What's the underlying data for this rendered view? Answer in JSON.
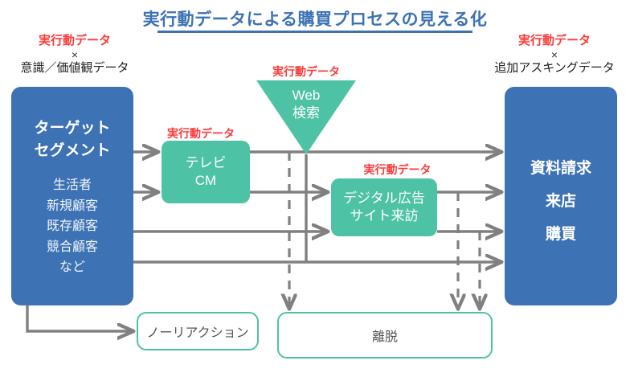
{
  "title": {
    "text": "実行動データによる購買プロセスの見える化",
    "color": "#3d72b4"
  },
  "captions": {
    "left": {
      "red": "実行動データ",
      "times": "×",
      "black": "意識／価値観データ"
    },
    "right": {
      "red": "実行動データ",
      "times": "×",
      "black": "追加アスキングデータ"
    }
  },
  "stage_labels": {
    "tv": "実行動データ",
    "web": "実行動データ",
    "digital": "実行動データ"
  },
  "target_box": {
    "title": "ターゲット\nセグメント",
    "title_line1": "ターゲット",
    "title_line2": "セグメント",
    "items": [
      "生活者",
      "新規顧客",
      "既存顧客",
      "競合顧客",
      "など"
    ]
  },
  "outcome_box": {
    "items": [
      "資料請求",
      "来店",
      "購買"
    ]
  },
  "stages": {
    "tv": {
      "line1": "テレビ",
      "line2": "CM"
    },
    "web": {
      "line1": "Web",
      "line2": "検索"
    },
    "digital": {
      "line1": "デジタル広告",
      "line2": "サイト来訪"
    }
  },
  "exits": {
    "noreaction": "ノーリアクション",
    "dropout": "離脱"
  },
  "colors": {
    "brand_blue": "#3d72b4",
    "stage_teal": "#4ec2a5",
    "accent_red": "#fb3b3b",
    "connector_gray": "#808080",
    "exit_text": "#555555"
  }
}
